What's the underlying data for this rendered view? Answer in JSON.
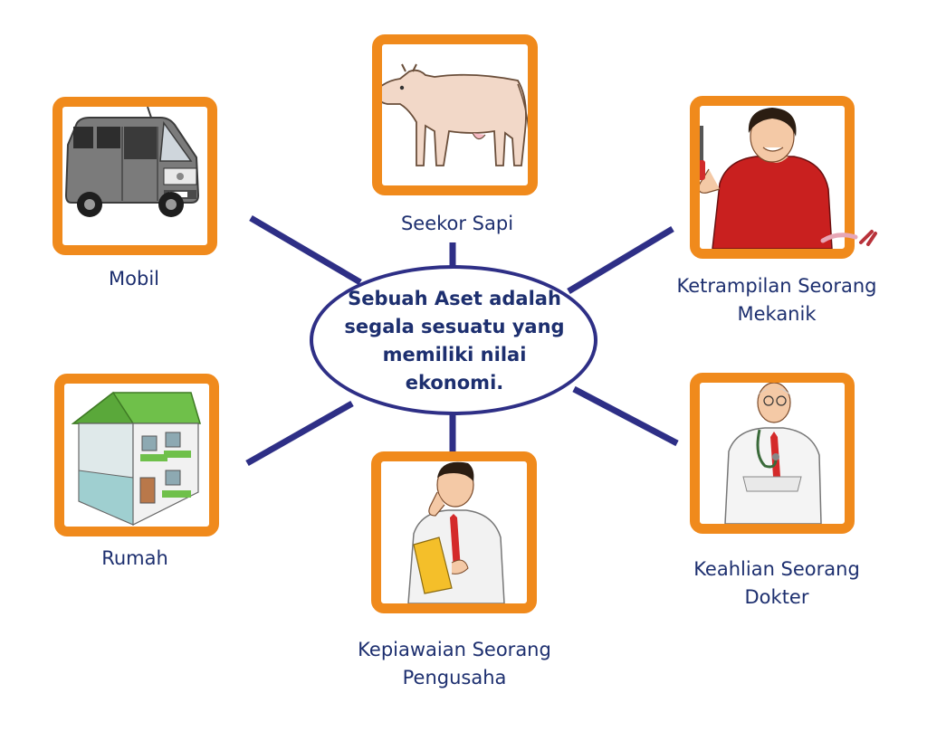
{
  "center": {
    "lines": [
      "Sebuah Aset adalah",
      "segala sesuatu yang",
      "memiliki nilai",
      "ekonomi."
    ]
  },
  "nodes": {
    "mobil": {
      "label": "Mobil",
      "icon": "van-icon"
    },
    "sapi": {
      "label": "Seekor Sapi",
      "icon": "cow-icon"
    },
    "mekanik": {
      "label_line1": "Ketrampilan Seorang",
      "label_line2": "Mekanik",
      "icon": "mechanic-icon"
    },
    "rumah": {
      "label": "Rumah",
      "icon": "house-icon"
    },
    "pengusaha": {
      "label_line1": "Kepiawaian Seorang",
      "label_line2": "Pengusaha",
      "icon": "businessman-icon"
    },
    "dokter": {
      "label_line1": "Keahlian Seorang",
      "label_line2": "Dokter",
      "icon": "doctor-icon"
    }
  },
  "colors": {
    "frame": "#f08a1c",
    "connector": "#2e2f86",
    "text": "#1d2f6f"
  }
}
